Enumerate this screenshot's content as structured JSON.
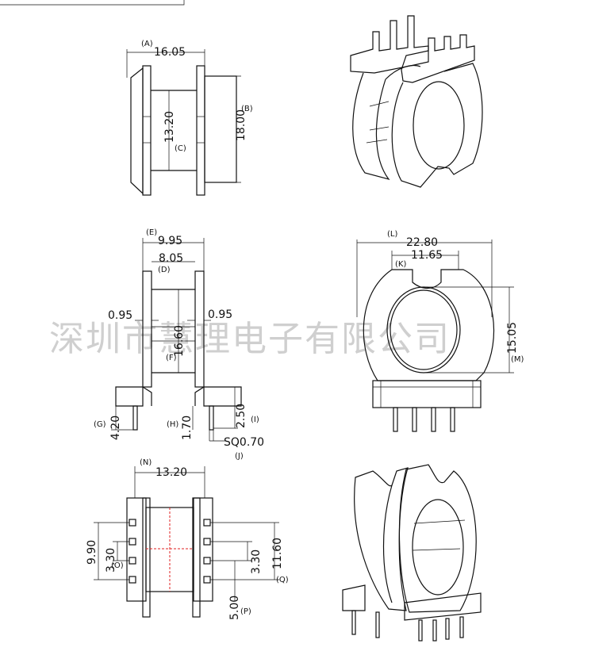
{
  "watermark": "深圳市慧理电子有限公司",
  "views": {
    "top_left": {
      "A_label": "(A)",
      "A_value": "16.05",
      "B_label": "(B)",
      "B_value": "18.00",
      "C_label": "(C)",
      "C_value": "13.20"
    },
    "middle_left": {
      "E_label": "(E)",
      "E_value": "9.95",
      "D_label": "(D)",
      "D_value": "8.05",
      "left_gap": "0.95",
      "right_gap": "0.95",
      "F_label": "(F)",
      "F_value": "16.60",
      "G_label": "(G)",
      "G_value": "4.20",
      "H_label": "(H)",
      "H_value": "1.70",
      "I_label": "(I)",
      "I_value": "2.50",
      "J_label": "(J)",
      "J_value": "SQ0.70"
    },
    "bottom_left": {
      "N_label": "(N)",
      "N_value": "13.20",
      "left_outer": "9.90",
      "O_label": "(O)",
      "O_value": "3.30",
      "right_pitch": "3.30",
      "Q_label": "(Q)",
      "Q_value": "11.60",
      "P_label": "(P)",
      "P_value": "5.00"
    },
    "middle_right": {
      "L_label": "(L)",
      "L_value": "22.80",
      "K_label": "(K)",
      "K_value": "11.65",
      "M_label": "(M)",
      "M_value": "15.05"
    }
  }
}
